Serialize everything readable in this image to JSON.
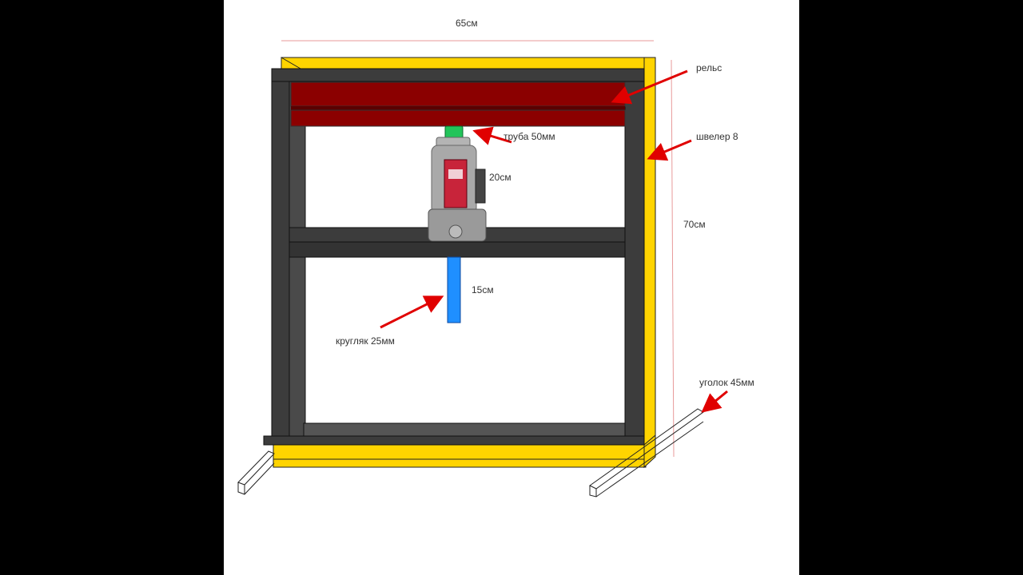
{
  "labels": {
    "width": "65см",
    "height": "70см",
    "rail": "рельс",
    "channel": "швелер 8",
    "pipe": "труба 50мм",
    "jack_height": "20см",
    "rod_length": "15см",
    "round_bar": "кругляк 25мм",
    "angle": "уголок 45мм"
  },
  "colors": {
    "frame_dark": "#3c3c3c",
    "frame_yellow": "#ffd400",
    "rail": "#8b0000",
    "rod": "#1f8fff",
    "pipe": "#22c45a",
    "arrow": "#e00000",
    "dimension_line": "#e89a9a",
    "background": "#ffffff",
    "letterbox": "#000000"
  }
}
